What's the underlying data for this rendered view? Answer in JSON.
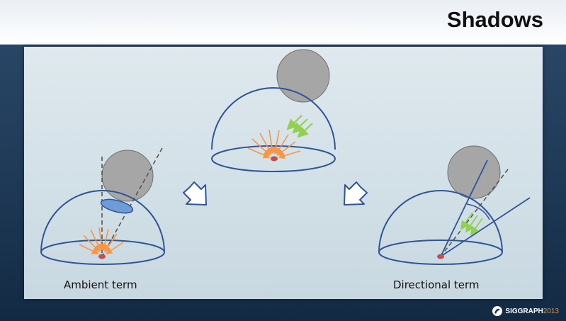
{
  "slide": {
    "title": "Shadows"
  },
  "labels": {
    "ambient": "Ambient term",
    "directional": "Directional term"
  },
  "logo": {
    "brand": "SIGGRAPH",
    "year": "2013"
  },
  "colors": {
    "hemisphere_stroke": "#2f5597",
    "occluder_fill": "#a6a6a6",
    "occluder_stroke": "#707070",
    "ambient_rays": "#f79646",
    "directional_rays": "#92d050",
    "sample_point": "#c0504d",
    "shadowed_region": "#6f9bd8",
    "panel_bg": "#d5e2e9",
    "header_bg": "#f3f6f9"
  },
  "icons": [
    "arrow-down-left-icon",
    "arrow-down-right-icon",
    "siggraph-logo-icon"
  ]
}
